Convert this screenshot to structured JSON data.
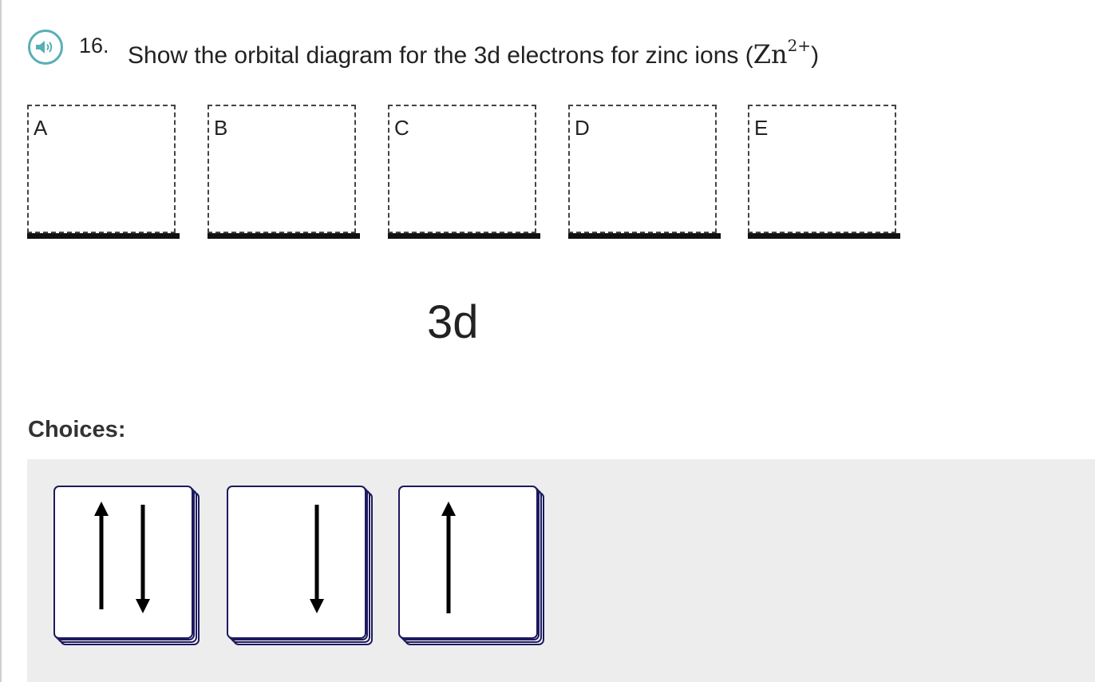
{
  "question": {
    "number": "16.",
    "text": "Show the orbital diagram for the 3d electrons for zinc ions (",
    "formula_base": "Zn",
    "formula_charge": "2+",
    "text_close": ")",
    "audio_icon": "speaker-icon"
  },
  "orbital_slots": [
    {
      "label": "A"
    },
    {
      "label": "B"
    },
    {
      "label": "C"
    },
    {
      "label": "D"
    },
    {
      "label": "E"
    }
  ],
  "sublevel_label": "3d",
  "choices": {
    "heading": "Choices:",
    "cards": [
      {
        "arrows": [
          "up",
          "down"
        ],
        "icon": "up-down-arrows-icon"
      },
      {
        "arrows": [
          "down"
        ],
        "icon": "down-arrow-icon"
      },
      {
        "arrows": [
          "up"
        ],
        "icon": "up-arrow-icon"
      }
    ]
  },
  "colors": {
    "audio_accent": "#5aaeb5",
    "card_border": "#1d1a5e",
    "tray_background": "#ededed"
  }
}
